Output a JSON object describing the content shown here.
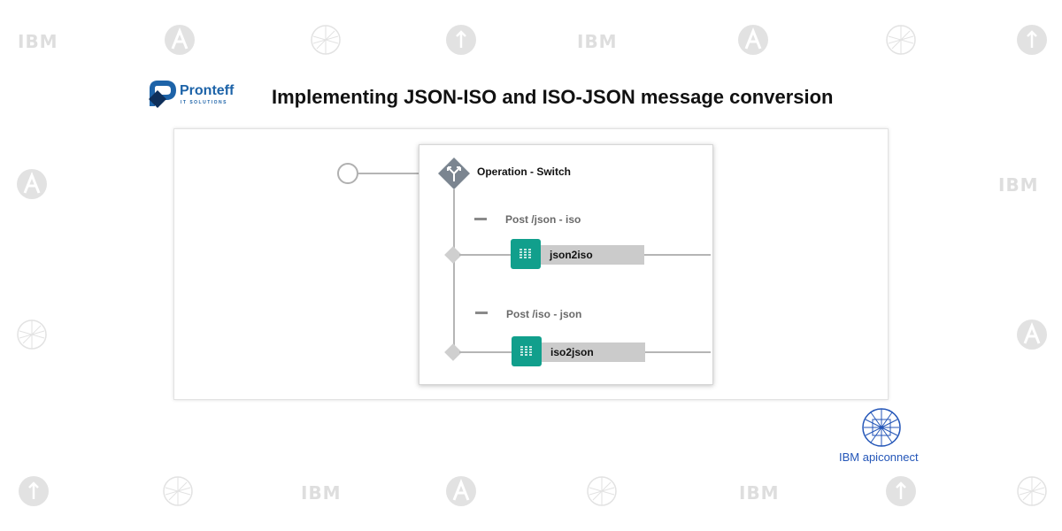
{
  "header": {
    "brand_name": "Pronteff",
    "brand_sub": "IT SOLUTIONS",
    "title": "Implementing JSON-ISO and ISO-JSON message conversion"
  },
  "watermarks": {
    "ibm_text": "IBM"
  },
  "flow": {
    "switch_label": "Operation - Switch",
    "cases": [
      {
        "label": "Post /json - iso",
        "policy": "json2iso"
      },
      {
        "label": "Post /iso - json",
        "policy": "iso2json"
      }
    ]
  },
  "footer": {
    "product_label": "IBM apiconnect"
  },
  "colors": {
    "policy_accent": "#119f8c",
    "brand_blue": "#1d63a8",
    "switch_gray": "#7b8590"
  }
}
